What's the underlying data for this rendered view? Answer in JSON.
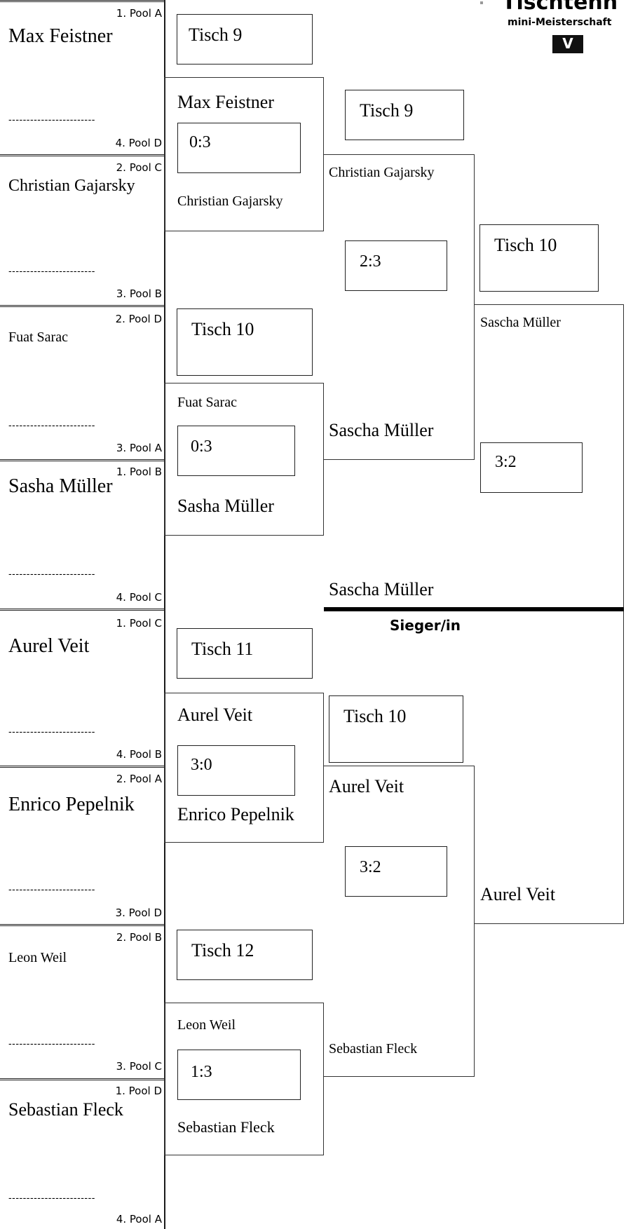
{
  "logo": {
    "title": "Tischtenn",
    "subtitle": "mini-Meisterschaft",
    "mark": "V"
  },
  "round1": {
    "players": [
      {
        "name": "Max Feistner",
        "pool": "1. Pool A"
      },
      {
        "pool": "4. Pool D"
      },
      {
        "name": "Christian Gajarsky",
        "pool": "2. Pool C"
      },
      {
        "pool": "3. Pool B"
      },
      {
        "name": "Fuat Sarac",
        "pool": "2. Pool D"
      },
      {
        "pool": "3. Pool A"
      },
      {
        "name": "Sasha Müller",
        "pool": "1. Pool B"
      },
      {
        "pool": "4. Pool C"
      },
      {
        "name": "Aurel Veit",
        "pool": "1. Pool C"
      },
      {
        "pool": "4. Pool B"
      },
      {
        "name": "Enrico Pepelnik",
        "pool": "2. Pool A"
      },
      {
        "pool": "3. Pool D"
      },
      {
        "name": "Leon Weil",
        "pool": "2. Pool B"
      },
      {
        "pool": "3. Pool C"
      },
      {
        "name": "Sebastian Fleck",
        "pool": "1. Pool D"
      },
      {
        "pool": "4. Pool A"
      }
    ],
    "bye_placeholder": "------------------------"
  },
  "round2": {
    "matches": [
      {
        "table": "Tisch 9",
        "top": "Max Feistner",
        "score": "0:3",
        "bottom": "Christian Gajarsky"
      },
      {
        "table": "Tisch 10",
        "top": "Fuat Sarac",
        "score": "0:3",
        "bottom": "Sasha Müller"
      },
      {
        "table": "Tisch 11",
        "top": "Aurel Veit",
        "score": "3:0",
        "bottom": "Enrico Pepelnik"
      },
      {
        "table": "Tisch 12",
        "top": "Leon Weil",
        "score": "1:3",
        "bottom": "Sebastian Fleck"
      }
    ]
  },
  "round3": {
    "matches": [
      {
        "table": "Tisch 9",
        "top": "Christian Gajarsky",
        "score": "2:3",
        "bottom": "Sascha Müller"
      },
      {
        "table": "Tisch 10",
        "top": "Aurel Veit",
        "score": "3:2",
        "bottom": "Sebastian Fleck"
      }
    ]
  },
  "final": {
    "table": "Tisch 10",
    "top": "Sascha Müller",
    "score": "3:2",
    "bottom": "Aurel Veit",
    "winner": "Sascha Müller",
    "winner_label": "Sieger/in"
  }
}
